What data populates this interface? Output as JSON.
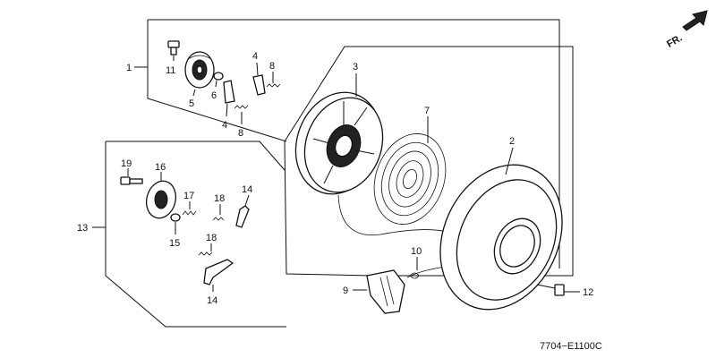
{
  "diagram": {
    "drawing_code": "7704−E1100C",
    "direction_label": "FR.",
    "direction_icon": "arrow-up-right-icon",
    "callouts": [
      {
        "id": "c1",
        "text": "1"
      },
      {
        "id": "c11",
        "text": "11"
      },
      {
        "id": "c5",
        "text": "5"
      },
      {
        "id": "c6",
        "text": "6"
      },
      {
        "id": "c4a",
        "text": "4"
      },
      {
        "id": "c8a",
        "text": "8"
      },
      {
        "id": "c4b",
        "text": "4"
      },
      {
        "id": "c8b",
        "text": "8"
      },
      {
        "id": "c3",
        "text": "3"
      },
      {
        "id": "c7",
        "text": "7"
      },
      {
        "id": "c2",
        "text": "2"
      },
      {
        "id": "c19",
        "text": "19"
      },
      {
        "id": "c16",
        "text": "16"
      },
      {
        "id": "c17",
        "text": "17"
      },
      {
        "id": "c18a",
        "text": "18"
      },
      {
        "id": "c14a",
        "text": "14"
      },
      {
        "id": "c13",
        "text": "13"
      },
      {
        "id": "c15",
        "text": "15"
      },
      {
        "id": "c18b",
        "text": "18"
      },
      {
        "id": "c14b",
        "text": "14"
      },
      {
        "id": "c10",
        "text": "10"
      },
      {
        "id": "c9",
        "text": "9"
      },
      {
        "id": "c12",
        "text": "12"
      }
    ]
  }
}
